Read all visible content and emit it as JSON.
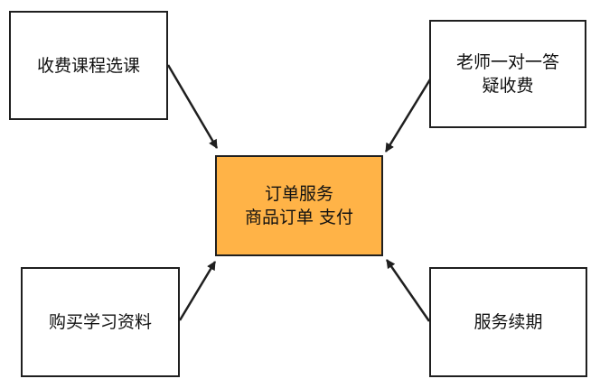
{
  "colors": {
    "center_fill": "#ffb347",
    "stroke": "#1f1f1f",
    "text": "#111111"
  },
  "diagram": {
    "center": {
      "line1": "订单服务",
      "line2": "商品订单 支付"
    },
    "nodes": {
      "top_left": "收费课程选课",
      "top_right_line1": "老师一对一答",
      "top_right_line2": "疑收费",
      "bottom_left": "购买学习资料",
      "bottom_right": "服务续期"
    },
    "edges": [
      {
        "from": "top_left",
        "to": "center"
      },
      {
        "from": "top_right",
        "to": "center"
      },
      {
        "from": "bottom_left",
        "to": "center"
      },
      {
        "from": "bottom_right",
        "to": "center"
      }
    ]
  }
}
